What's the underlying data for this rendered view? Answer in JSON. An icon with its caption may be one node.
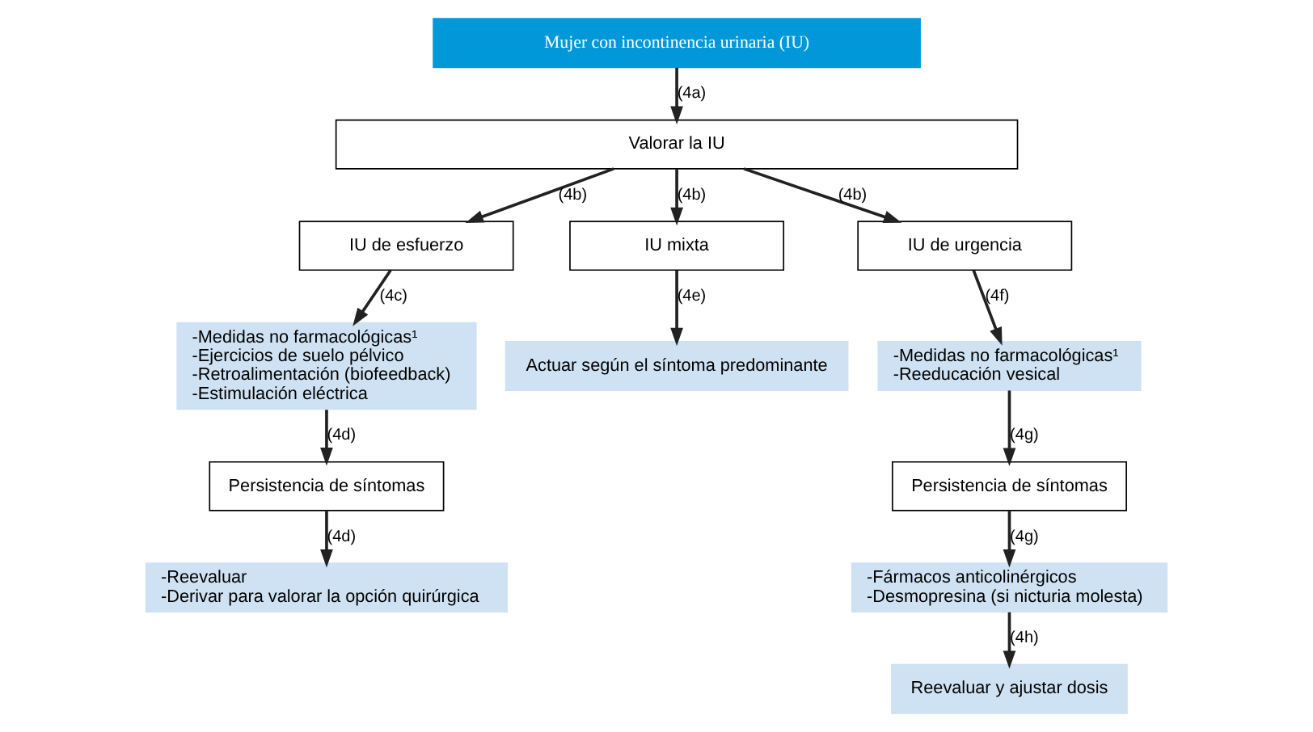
{
  "diagram": {
    "nodes": [
      {
        "text": [
          "Mujer con incontinencia urinaria (IU)"
        ]
      },
      {
        "text": [
          "Valorar la IU"
        ]
      },
      {
        "text": [
          "IU de esfuerzo"
        ]
      },
      {
        "text": [
          "IU mixta"
        ]
      },
      {
        "text": [
          "IU de urgencia"
        ]
      },
      {
        "text": [
          "-Medidas no farmacológicas¹",
          "-Ejercicios de suelo pélvico",
          "-Retroalimentación (biofeedback)",
          "-Estimulación eléctrica"
        ]
      },
      {
        "text": [
          "Actuar según el síntoma predominante"
        ]
      },
      {
        "text": [
          "-Medidas no farmacológicas¹",
          "-Reeducación vesical"
        ]
      },
      {
        "text": [
          "Persistencia de síntomas"
        ]
      },
      {
        "text": [
          "-Reevaluar",
          "-Derivar para valorar la opción quirúrgica"
        ]
      },
      {
        "text": [
          "Persistencia de síntomas"
        ]
      },
      {
        "text": [
          "-Fármacos anticolinérgicos",
          "-Desmopresina (si nicturia molesta)"
        ]
      },
      {
        "text": [
          "Reevaluar y ajustar dosis"
        ]
      }
    ],
    "edges": [
      {
        "from": 0,
        "to": 1,
        "arrow": "to",
        "label": "(4a)"
      },
      {
        "from": 1,
        "to": 2,
        "arrow": "to",
        "label": "(4b)"
      },
      {
        "from": 1,
        "to": 3,
        "arrow": "to",
        "label": "(4b)"
      },
      {
        "from": 1,
        "to": 4,
        "arrow": "to",
        "label": "(4b)"
      },
      {
        "from": 2,
        "to": 5,
        "arrow": "to",
        "label": "(4c)"
      },
      {
        "from": 3,
        "to": 6,
        "arrow": "to",
        "label": "(4e)"
      },
      {
        "from": 4,
        "to": 7,
        "arrow": "to",
        "label": "(4f)"
      },
      {
        "from": 5,
        "to": 8,
        "arrow": "to",
        "label": "(4d)"
      },
      {
        "from": 8,
        "to": 9,
        "arrow": "to",
        "label": "(4d)"
      },
      {
        "from": 7,
        "to": 10,
        "arrow": "to",
        "label": "(4g)"
      },
      {
        "from": 10,
        "to": 11,
        "arrow": "to",
        "label": "(4g)"
      },
      {
        "from": 11,
        "to": 12,
        "arrow": "to",
        "label": "(4h)"
      }
    ]
  }
}
